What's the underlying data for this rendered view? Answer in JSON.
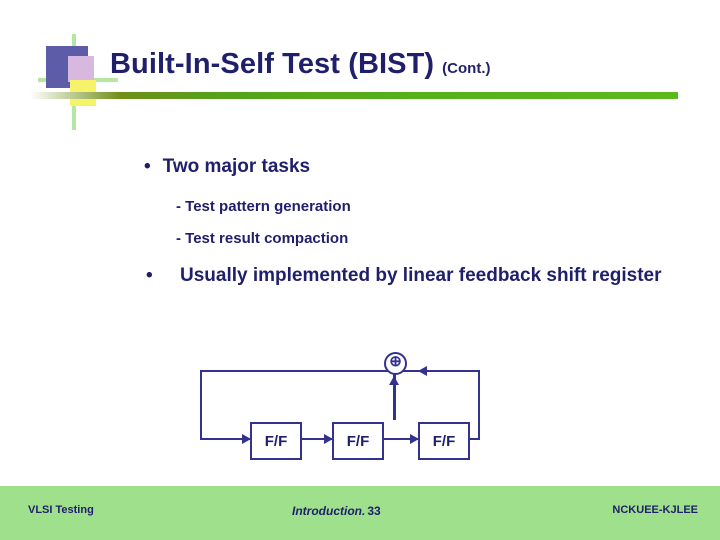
{
  "slide": {
    "title_main": "Built-In-Self Test (BIST)",
    "title_cont": "(Cont.)",
    "accent_color": "#1f1f6b",
    "rule_color": "#5bb91d",
    "footer_bg": "#9fe08d"
  },
  "body": {
    "bullet_dot": "•",
    "bullet1": "Two major tasks",
    "sub1": "- Test pattern generation",
    "sub2": "- Test result compaction",
    "bullet2": "Usually implemented by linear feedback shift register"
  },
  "diagram": {
    "xor_symbol": "⊕",
    "ff1": "F/F",
    "ff2": "F/F",
    "ff3": "F/F"
  },
  "footer": {
    "left": "VLSI Testing",
    "center": "Introduction.",
    "page": "33",
    "right": "NCKUEE-KJLEE"
  }
}
